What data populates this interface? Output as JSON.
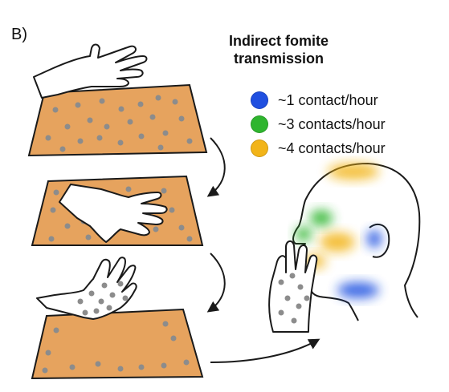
{
  "figure": {
    "panel_label": "B)",
    "title_line1": "Indirect fomite",
    "title_line2": "transmission"
  },
  "legend": [
    {
      "label": "~1 contact/hour",
      "color": "#1f4fe0"
    },
    {
      "label": "~3 contacts/hour",
      "color": "#2fb52f"
    },
    {
      "label": "~4 contacts/hour",
      "color": "#f2b418"
    }
  ],
  "colors": {
    "surface": "#e6a35e",
    "virus_particle": "#8c8c8c",
    "outline": "#1a1a1a"
  },
  "icons": [
    "hand-icon",
    "surface-icon",
    "virus-particle-icon",
    "head-icon",
    "curved-arrow-icon"
  ]
}
